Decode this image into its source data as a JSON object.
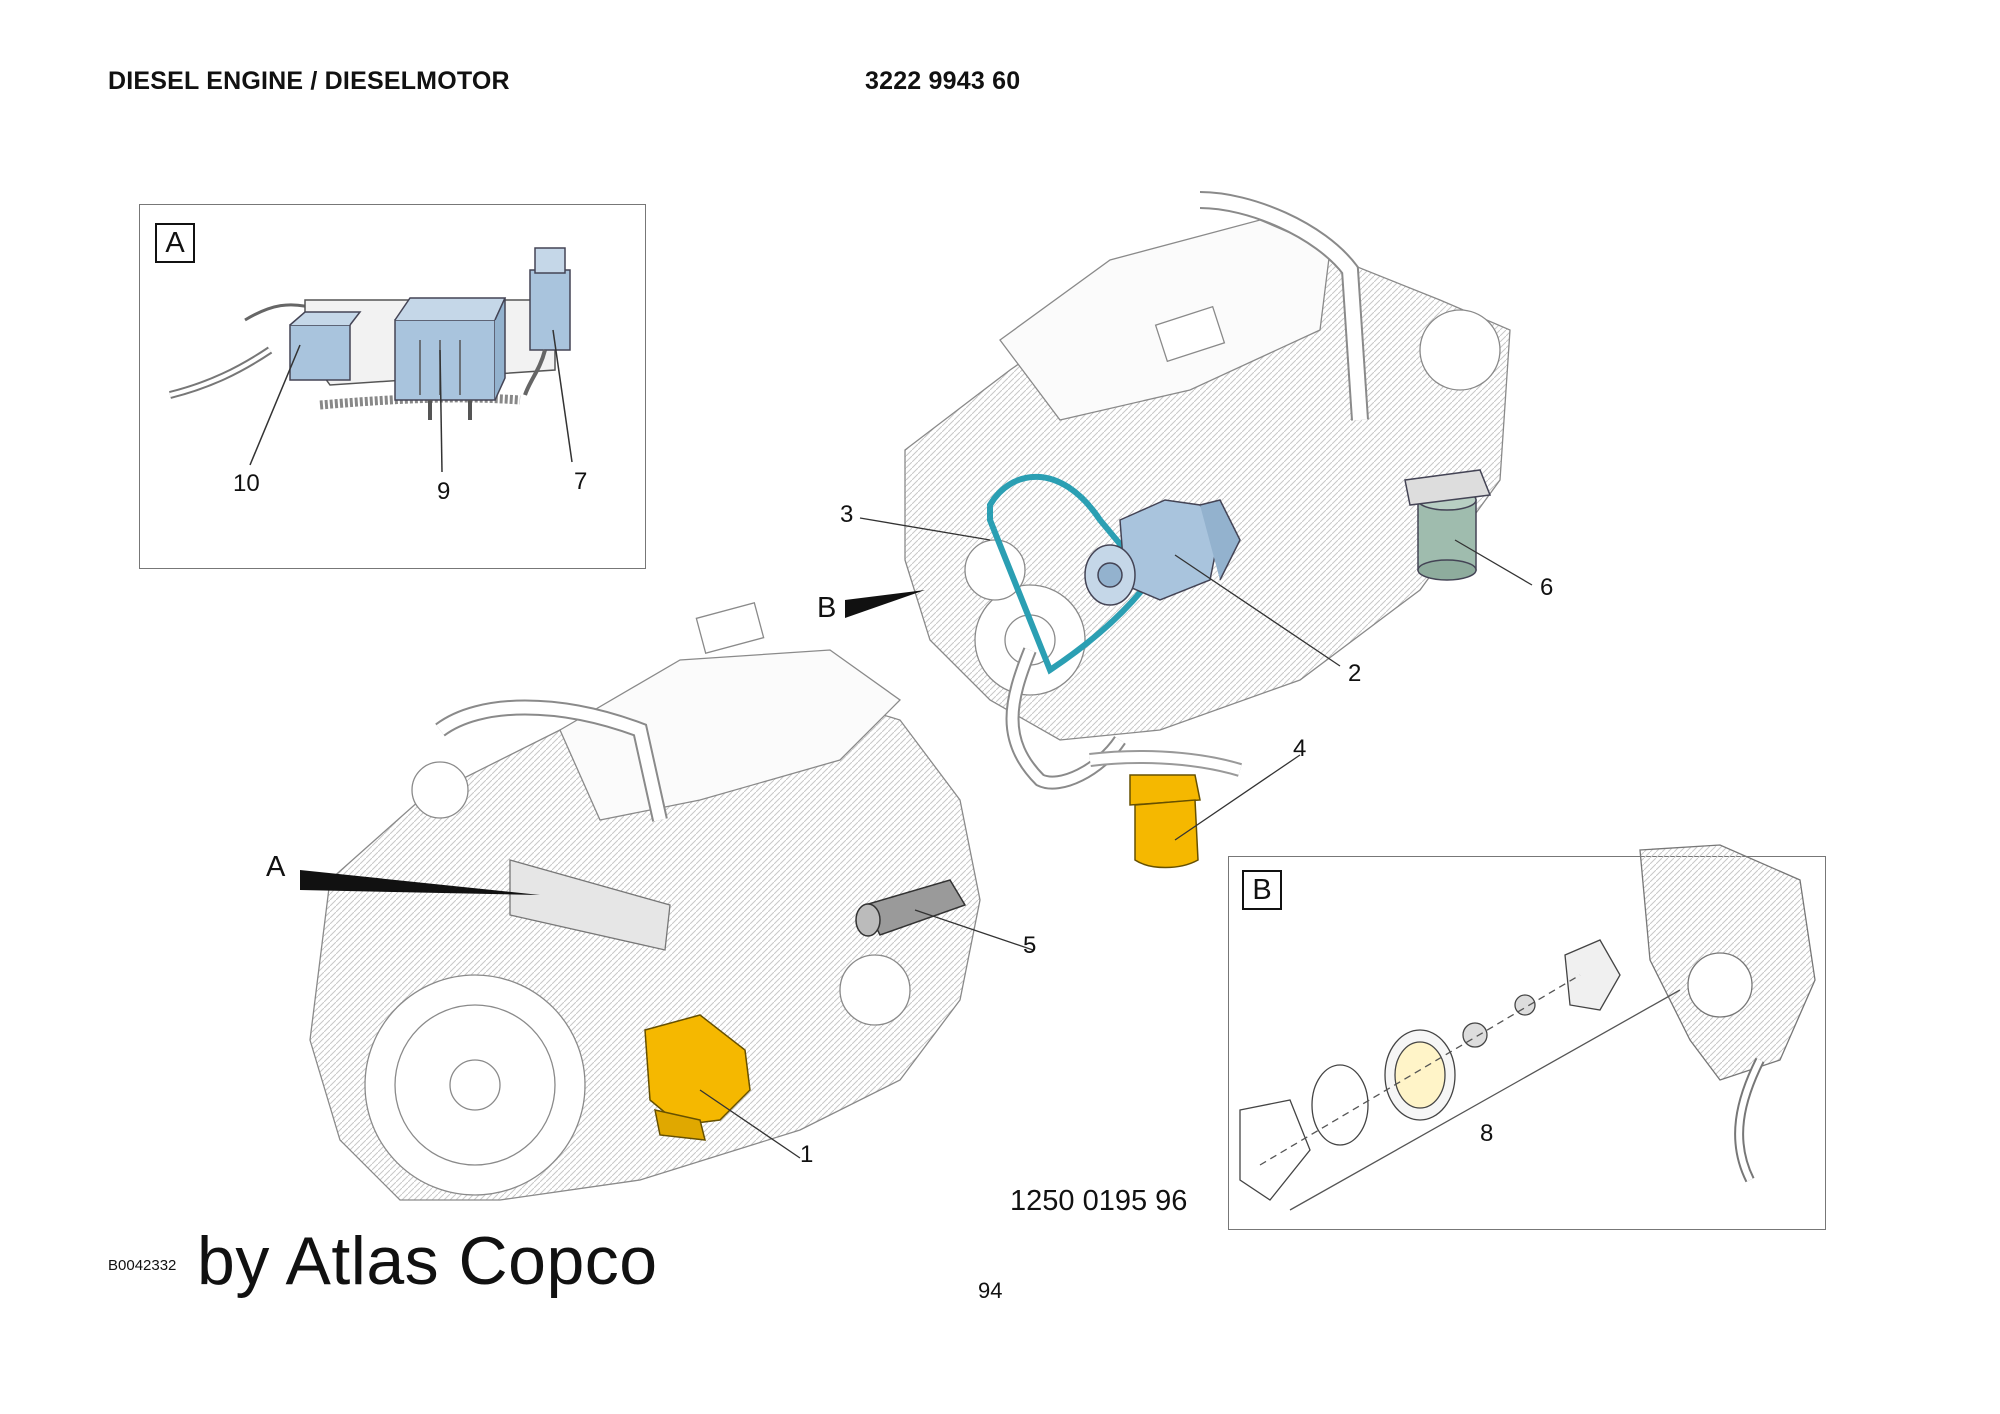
{
  "header": {
    "title": "DIESEL ENGINE / DIESELMOTOR",
    "part_number": "3222 9943 60"
  },
  "detail_a": {
    "label": "A",
    "callouts": [
      "10",
      "9",
      "7"
    ]
  },
  "detail_b": {
    "label": "B",
    "callouts": [
      "8"
    ]
  },
  "main_callouts": {
    "c1": "1",
    "c2": "2",
    "c3": "3",
    "c4": "4",
    "c5": "5",
    "c6": "6"
  },
  "view_arrows": {
    "a": "A",
    "b": "B"
  },
  "reference_number": "1250 0195 96",
  "image_code": "B0042332",
  "watermark": "by Atlas Copco",
  "page_number": "94",
  "colors": {
    "blue_part": "#a9c4dd",
    "teal_belt": "#2b9fb3",
    "yellow_part": "#f5b800",
    "green_filter": "#9fbcae"
  }
}
